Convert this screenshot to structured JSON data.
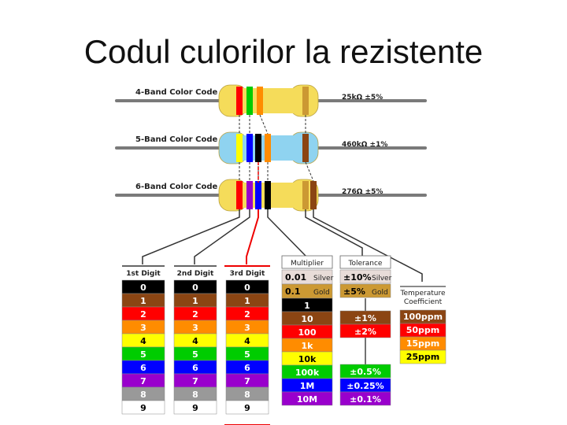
{
  "title": "Codul culorilor la rezistente",
  "resistors": [
    {
      "label": "4-Band Color Code",
      "value": "25kΩ  ±5%"
    },
    {
      "label": "5-Band Color Code",
      "value": "460kΩ  ±1%"
    },
    {
      "label": "6-Band Color Code",
      "value": "276Ω  ±5%"
    }
  ],
  "columns": {
    "digit1": "1st Digit",
    "digit2": "2nd Digit",
    "digit3": "3rd Digit",
    "multiplier": "Multiplier",
    "tolerance": "Tolerance",
    "tempco": "Temperature Coefficient"
  },
  "digits": [
    "0",
    "1",
    "2",
    "3",
    "4",
    "5",
    "6",
    "7",
    "8",
    "9"
  ],
  "multiplier_values": [
    "0.01",
    "0.1",
    "1",
    "10",
    "100",
    "1k",
    "10k",
    "100k",
    "1M",
    "10M"
  ],
  "multiplier_notes": {
    "silver": "Silver",
    "gold": "Gold"
  },
  "tolerance_values": [
    "±10%",
    "±5%",
    "±1%",
    "±2%",
    "±0.5%",
    "±0.25%",
    "±0.1%"
  ],
  "tolerance_notes": {
    "silver": "Silver",
    "gold": "Gold"
  },
  "tempco_values": [
    "100ppm",
    "50ppm",
    "15ppm",
    "25ppm"
  ],
  "colors": {
    "black": "#000000",
    "brown": "#8b4513",
    "red": "#ff0000",
    "orange": "#ff8c00",
    "yellow": "#ffff00",
    "green": "#00cc00",
    "blue": "#0000ff",
    "violet": "#9900cc",
    "gray": "#999999",
    "white": "#ffffff",
    "gold": "#cc9933",
    "silver": "#e8dcd8",
    "body_beige": "#f5dc5a",
    "body_blue": "#8fd3f0"
  }
}
